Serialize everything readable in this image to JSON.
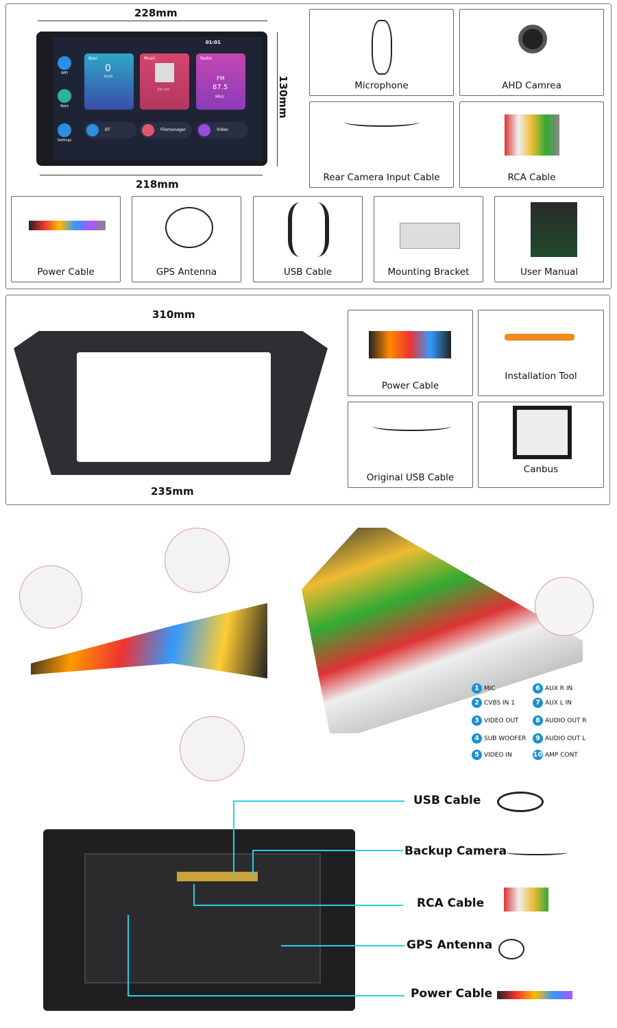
{
  "top_panel": {
    "width_top": "228mm",
    "height_side": "130mm",
    "width_bottom": "218mm",
    "screen": {
      "time": "01:01",
      "side_apps": [
        "WiFi",
        "Apps",
        "Settings"
      ],
      "navi": {
        "title": "Navi",
        "speed": "0",
        "unit": "km/h"
      },
      "music": {
        "title": "Music",
        "progress": "0:0 / 0:0"
      },
      "radio": {
        "title": "Radio",
        "band": "FM",
        "freq": "87.5",
        "unit": "MHz"
      },
      "pills": [
        "BT",
        "Filemanager",
        "Video"
      ]
    },
    "items": [
      "Microphone",
      "AHD Camrea",
      "Rear Camera Input Cable",
      "RCA Cable",
      "Power Cable",
      "GPS Antenna",
      "USB Cable",
      "Mounting Bracket",
      "User Manual"
    ]
  },
  "frame_panel": {
    "width_top": "310mm",
    "width_bottom": "235mm",
    "items": [
      "Power Cable",
      "Installation Tool",
      "Original USB Cable",
      "Canbus"
    ]
  },
  "rca_legend": [
    {
      "n": "1",
      "label": "MIC"
    },
    {
      "n": "2",
      "label": "CVBS IN 1"
    },
    {
      "n": "3",
      "label": "VIDEO OUT"
    },
    {
      "n": "4",
      "label": "SUB WOOFER"
    },
    {
      "n": "5",
      "label": "VIDEO IN"
    },
    {
      "n": "6",
      "label": "AUX R IN"
    },
    {
      "n": "7",
      "label": "AUX L IN"
    },
    {
      "n": "8",
      "label": "AUDIO OUT R"
    },
    {
      "n": "9",
      "label": "AUDIO OUT L"
    },
    {
      "n": "10",
      "label": "AMP CONT"
    }
  ],
  "back_labels": [
    "USB Cable",
    "Backup Camera",
    "RCA Cable",
    "GPS Antenna",
    "Power Cable"
  ],
  "colors": {
    "accent": "#2ad0e6",
    "badge": "#1a8fd1"
  }
}
